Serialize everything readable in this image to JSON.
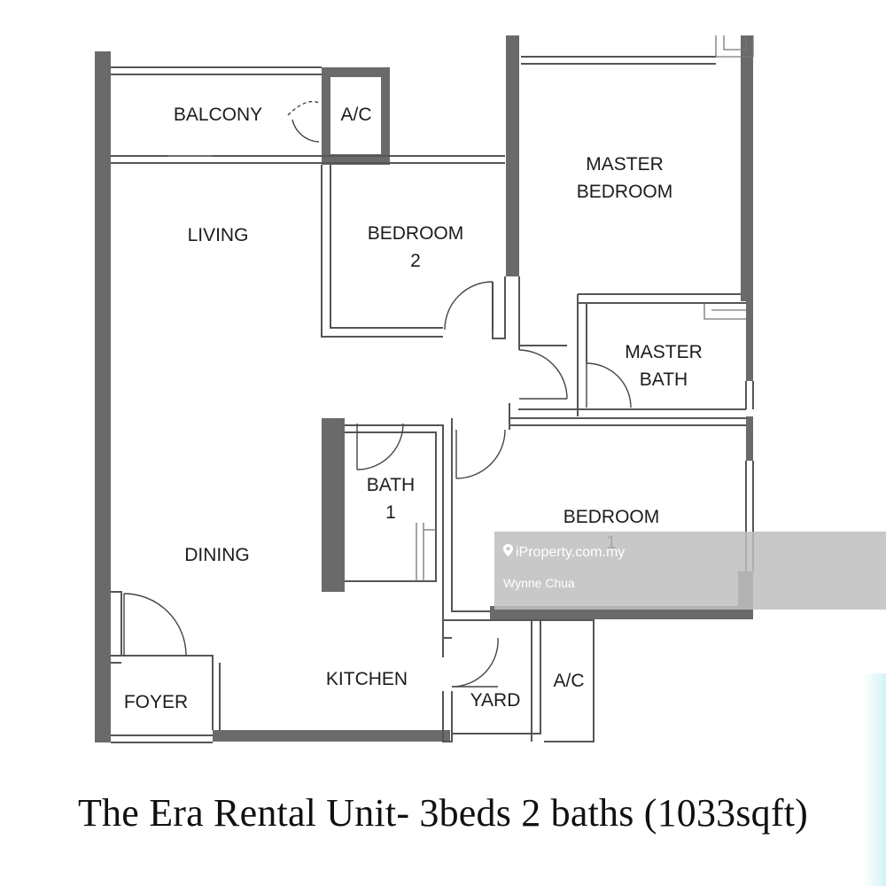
{
  "rooms": {
    "balcony": "BALCONY",
    "ac_top": "A/C",
    "living": "LIVING",
    "bedroom2_line1": "BEDROOM",
    "bedroom2_line2": "2",
    "master_line1": "MASTER",
    "master_line2": "BEDROOM",
    "master_bath_line1": "MASTER",
    "master_bath_line2": "BATH",
    "bath1_line1": "BATH",
    "bath1_line2": "1",
    "bedroom1_line1": "BEDROOM",
    "bedroom1_line2": "1",
    "dining": "DINING",
    "kitchen": "KITCHEN",
    "foyer": "FOYER",
    "yard": "YARD",
    "ac_bottom": "A/C"
  },
  "watermark": {
    "brand": "iProperty.com.my",
    "agent": "Wynne Chua"
  },
  "caption": "The Era Rental Unit- 3beds 2 baths (1033sqft)"
}
